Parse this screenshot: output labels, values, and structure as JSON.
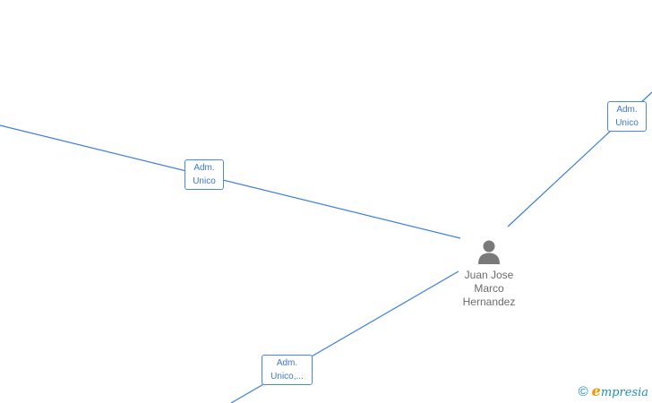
{
  "person": {
    "name_lines": [
      "Juan Jose",
      "Marco",
      "Hernandez"
    ],
    "icon": "person-icon"
  },
  "relations": [
    {
      "line1": "Adm.",
      "line2": "Unico"
    },
    {
      "line1": "Adm.",
      "line2": "Unico"
    },
    {
      "line1": "Adm.",
      "line2": "Unico,..."
    }
  ],
  "footer": {
    "copyright": "©",
    "brand_initial": "e",
    "brand_rest": "mpresia"
  },
  "colors": {
    "edge": "#3d7fd9",
    "role_text": "#3a78cf",
    "person": "#7a7a7a",
    "brand": "#1e8fb4",
    "brand_accent": "#f29400"
  }
}
